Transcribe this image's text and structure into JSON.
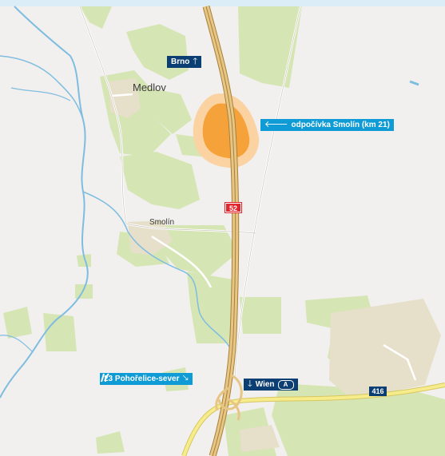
{
  "map": {
    "places": {
      "medlov": "Medlov",
      "smolin": "Smolín"
    },
    "signs": {
      "brno": {
        "label": "Brno",
        "arrow": "🡑"
      },
      "rest_area": {
        "label": "odpočívka Smolín (km 21)",
        "arrow": "🡐"
      },
      "exit": {
        "label": "23 Pohořelice-sever",
        "arrow": "🡖"
      },
      "wien": {
        "label": "Wien",
        "arrow": "🡓",
        "badge": "A"
      }
    },
    "road_numbers": {
      "motorway": "52",
      "regional": "416"
    },
    "colors": {
      "background": "#f1f0ee",
      "field_green": "#d6e5b4",
      "water": "#7fbde0",
      "motorway": "#c6a057",
      "service_area": "#f6a23b",
      "service_area_edge": "#fbd3a2",
      "regional_road": "#f6ec8c",
      "urban": "#e6dfc9",
      "sign_navy": "#0b3f73",
      "sign_cyan": "#0f9bd6",
      "route_badge": "#e2262e"
    }
  }
}
